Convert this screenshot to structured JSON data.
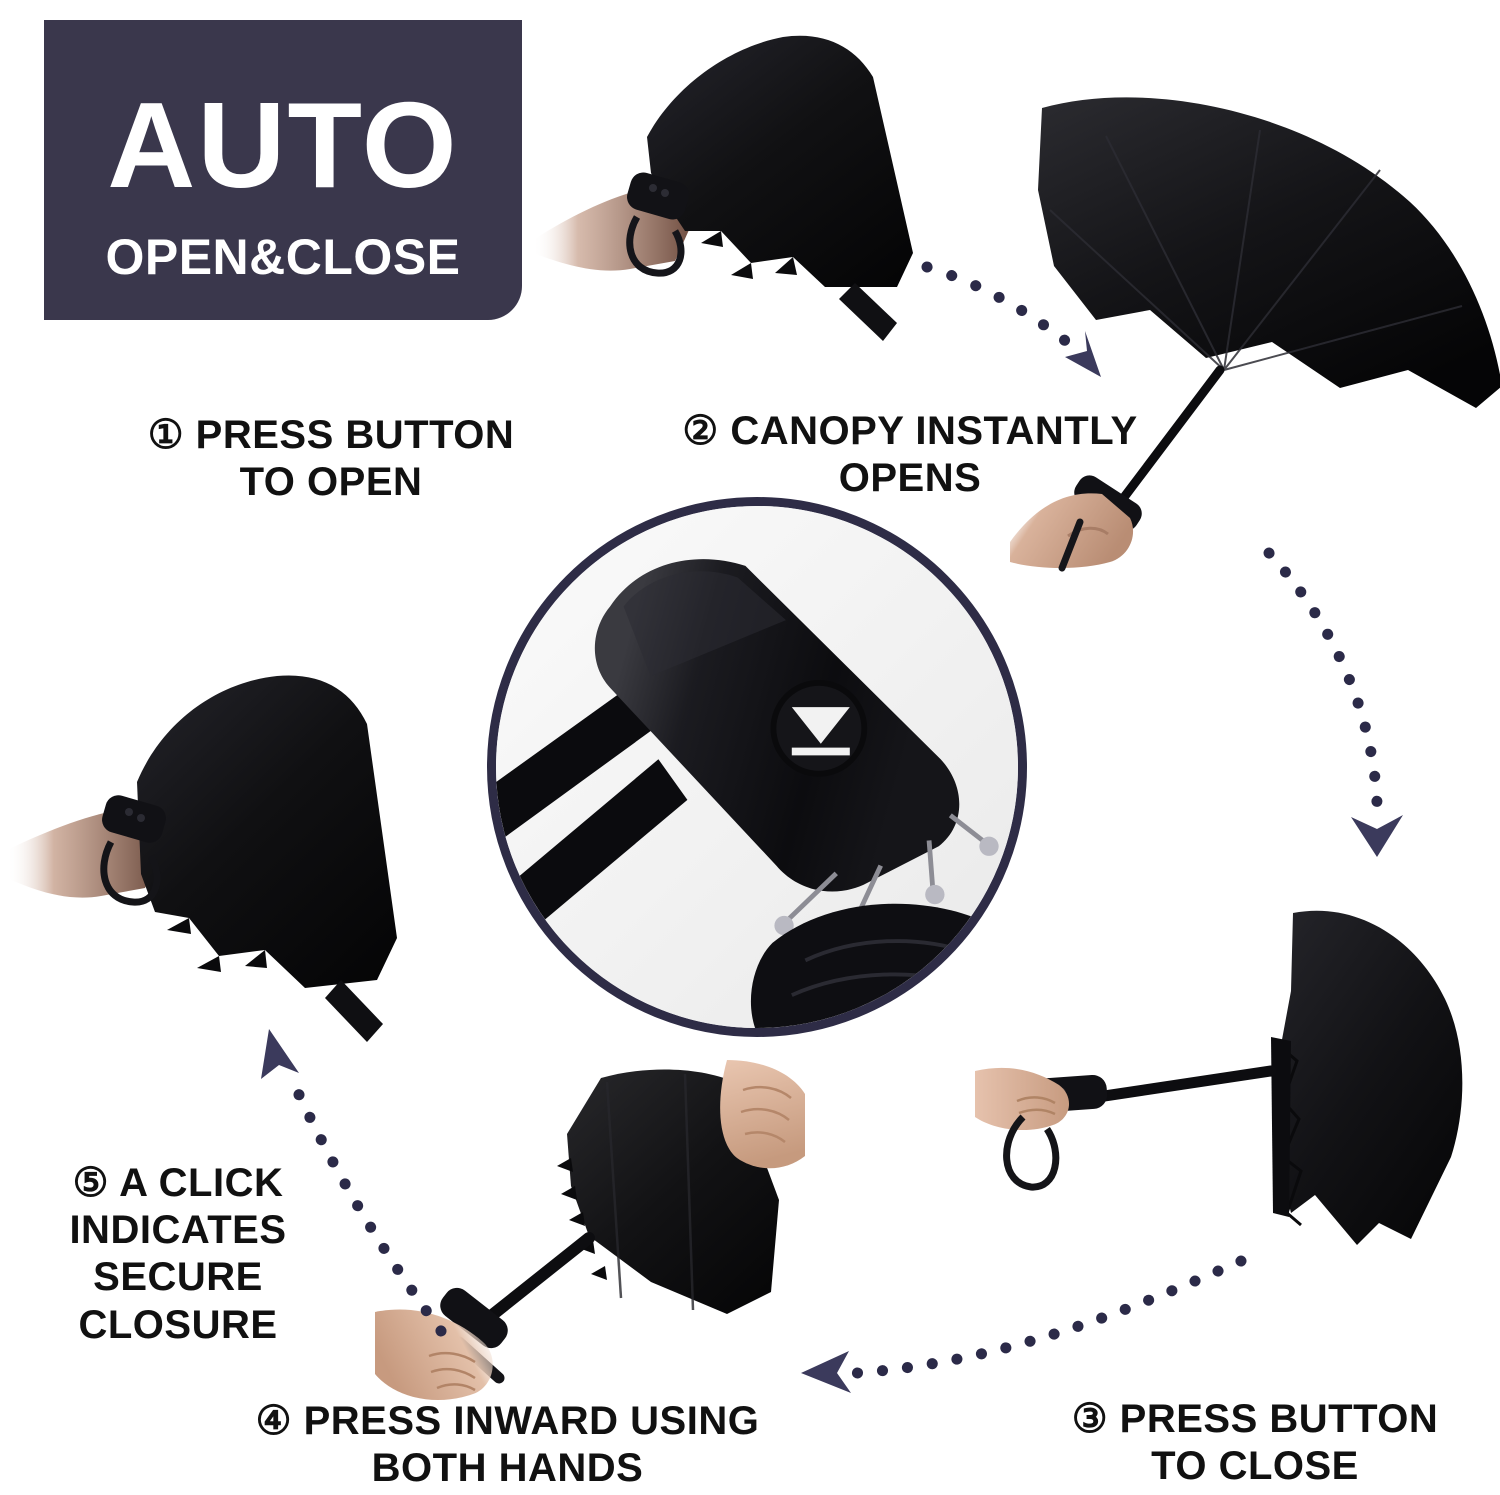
{
  "badge": {
    "main_text": "AUTO",
    "sub_text": "OPEN&CLOSE",
    "background_color": "#3a374c",
    "text_color": "#ffffff"
  },
  "theme": {
    "accent_navy": "#2e2c46",
    "arrow_color": "#2b2a48",
    "text_color": "#111111",
    "page_background": "#ffffff"
  },
  "steps": [
    {
      "number": "①",
      "caption": "① PRESS BUTTON\nTO OPEN",
      "photo_alt": "hand-holding-folded-umbrella"
    },
    {
      "number": "②",
      "caption": "② CANOPY INSTANTLY\nOPENS",
      "photo_alt": "open-umbrella-held-by-hand"
    },
    {
      "number": "③",
      "caption": "③ PRESS BUTTON\nTO CLOSE",
      "photo_alt": "umbrella-collapsing-held-horizontally"
    },
    {
      "number": "④",
      "caption": "④ PRESS INWARD USING\nBOTH HANDS",
      "photo_alt": "two-hands-pressing-umbrella-inward"
    },
    {
      "number": "⑤",
      "caption": "⑤ A CLICK\nINDICATES\nSECURE\nCLOSURE",
      "photo_alt": "hand-holding-folded-umbrella-closed"
    }
  ],
  "inset": {
    "label": "umbrella-handle-button-closeup",
    "button_glyph": "triangle-with-bar-icon"
  },
  "arrows": [
    {
      "name": "arrow-step1-to-step2",
      "direction": "down-right"
    },
    {
      "name": "arrow-step2-to-step3",
      "direction": "down"
    },
    {
      "name": "arrow-step3-to-step4",
      "direction": "left"
    },
    {
      "name": "arrow-step4-to-step5",
      "direction": "up-left"
    }
  ]
}
